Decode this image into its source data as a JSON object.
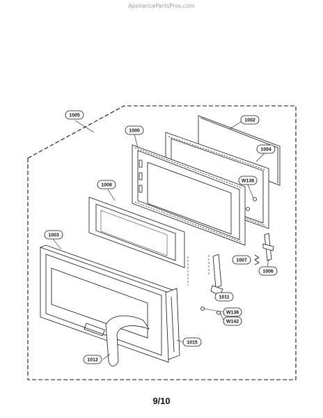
{
  "watermark": "AppliancePartsPros.com",
  "page_number": "9/10",
  "colors": {
    "line": "#111111",
    "background": "#ffffff",
    "watermark": "#9a9a9a"
  },
  "callouts": [
    {
      "id": "1005",
      "label": "1005"
    },
    {
      "id": "1000",
      "label": "1000"
    },
    {
      "id": "1002",
      "label": "1002"
    },
    {
      "id": "1004",
      "label": "1004"
    },
    {
      "id": "1008",
      "label": "1008"
    },
    {
      "id": "w136",
      "label": "W136"
    },
    {
      "id": "1003",
      "label": "1003"
    },
    {
      "id": "1007",
      "label": "1007"
    },
    {
      "id": "1006",
      "label": "1006"
    },
    {
      "id": "1011",
      "label": "1011"
    },
    {
      "id": "w138",
      "label": "W138"
    },
    {
      "id": "w142",
      "label": "W142"
    },
    {
      "id": "1015",
      "label": "1015"
    },
    {
      "id": "1012",
      "label": "1012"
    }
  ]
}
